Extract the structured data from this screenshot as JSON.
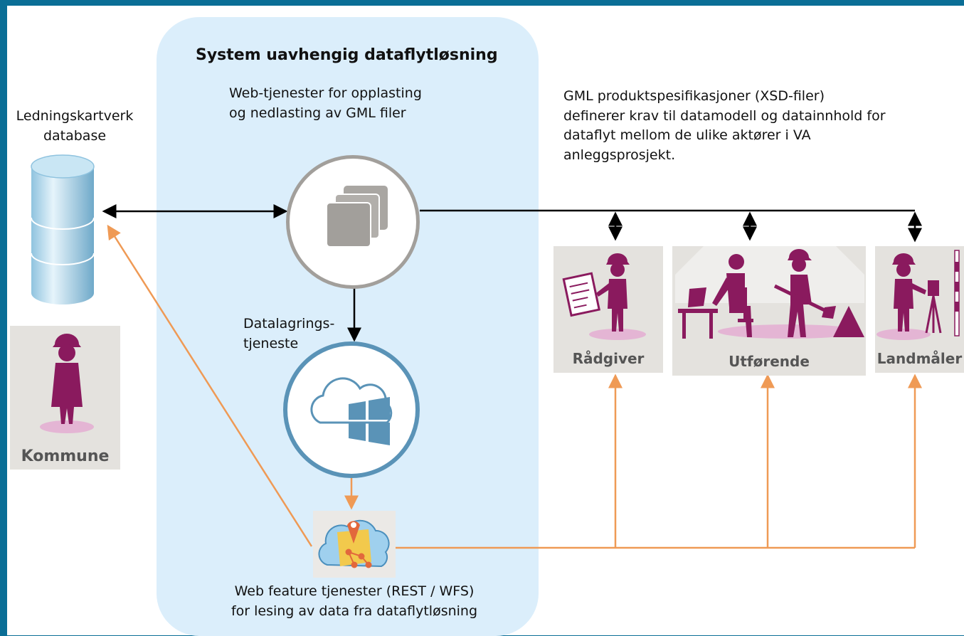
{
  "title": "System uavhengig dataflytløsning",
  "upload_service": {
    "line1": "Web-tjenester for opplasting",
    "line2": "og nedlasting av GML filer",
    "icon": "layers-icon"
  },
  "database": {
    "line1": "Ledningskartverk",
    "line2": "database",
    "icon": "database-cylinder-icon"
  },
  "storage": {
    "line1": "Datalagrings-",
    "line2": "tjeneste",
    "icon": "cloud-windows-icon"
  },
  "wfs": {
    "line1": "Web feature tjenester (REST / WFS)",
    "line2": "for lesing av data fra dataflytløsning",
    "icon": "cloud-map-icon"
  },
  "gml_spec": {
    "lines": [
      "GML produktspesifikasjoner (XSD-filer)",
      "definerer krav til datamodell og datainnhold for",
      "dataflyt mellom de ulike aktører i VA",
      "anleggsprosjekt."
    ]
  },
  "actors": {
    "kommune": "Kommune",
    "radgiver": "Rådgiver",
    "utforende": "Utførende",
    "landmaler": "Landmåler"
  },
  "colors": {
    "frame": "#0a6e96",
    "region": "#dbeefb",
    "actor_purple": "#8a1a5e",
    "arrow_orange": "#ef9a55",
    "card_bg": "#e4e2de"
  }
}
